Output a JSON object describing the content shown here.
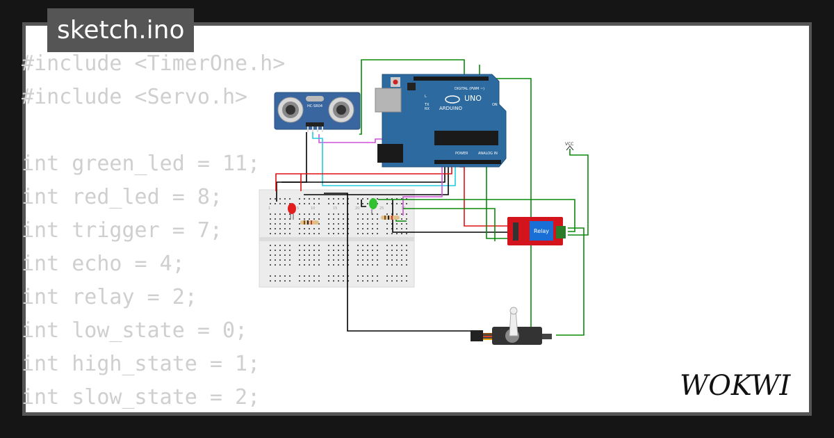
{
  "header": {
    "title": "sketch.ino"
  },
  "code": {
    "lines": [
      "#include <TimerOne.h>",
      "#include <Servo.h>",
      "",
      "int green_led = 11;",
      "int red_led = 8;",
      "int trigger = 7;",
      "int echo = 4;",
      "int relay = 2;",
      "int low_state = 0;",
      "int high_state = 1;",
      "int slow_state = 2;"
    ]
  },
  "brand": {
    "name": "WOKWI"
  },
  "components": {
    "ultrasonic": {
      "label": "HC-SR04"
    },
    "arduino": {
      "board": "UNO",
      "maker": "ARDUINO",
      "digital_label": "DIGITAL (PWM ~)",
      "power_label": "POWER",
      "analog_label": "ANALOG IN",
      "on_label": "ON",
      "tx_label": "TX",
      "rx_label": "RX",
      "l_label": "L"
    },
    "vcc": {
      "label": "VCC"
    },
    "relay": {
      "label": "Relay"
    },
    "breadboard": {
      "col_labels": [
        "1",
        "5",
        "10",
        "15",
        "20",
        "25",
        "30"
      ]
    }
  },
  "colors": {
    "background": "#151515",
    "frame": "#555555",
    "code_text": "#cfcfcf",
    "arduino_blue": "#2d6aa0",
    "relay_red": "#d4141c",
    "relay_blue": "#1a6fd6",
    "wire_green": "#0a8a0a",
    "wire_red": "#e01010",
    "wire_black": "#000000",
    "wire_cyan": "#22ccdd",
    "wire_magenta": "#d050d8"
  }
}
